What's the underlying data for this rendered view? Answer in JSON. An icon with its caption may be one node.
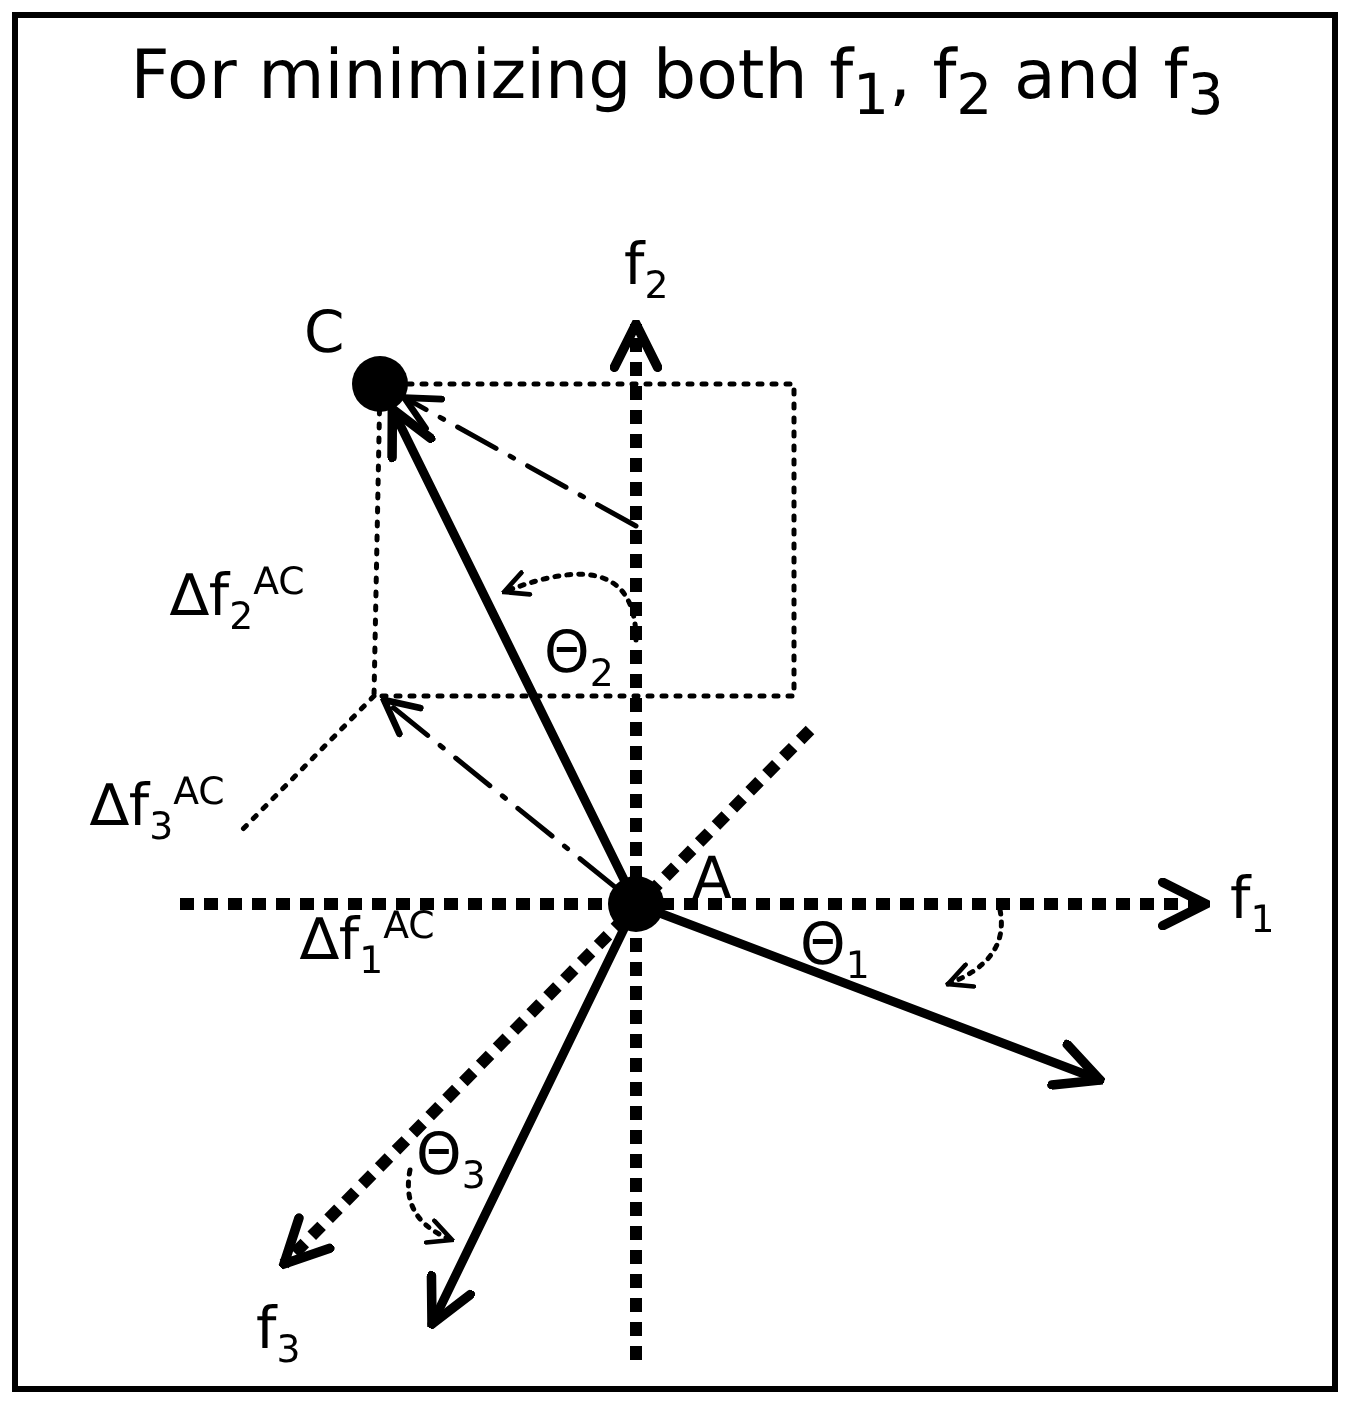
{
  "diagram": {
    "title": "For minimizing both f$_{1}$, f$_{2}$ and f$_{3}$",
    "nodes": [
      {
        "text": [
          "C"
        ]
      },
      {
        "text": [
          "A"
        ]
      }
    ],
    "edges": [
      {
        "from": 1,
        "to": 0,
        "arrow": "to"
      },
      {
        "from": null,
        "to": 0,
        "arrow": "to",
        "style": "dashed"
      },
      {
        "from": 1,
        "to": null,
        "arrow": "to",
        "style": "dashed"
      },
      {
        "from": 1,
        "to": null,
        "arrow": "to"
      },
      {
        "from": 1,
        "to": null,
        "arrow": "to"
      }
    ],
    "labels": [
      "f$_{2}$",
      "∆f$_{2}$$^{AC}$",
      "Θ$_{2}$",
      "∆f$_{3}$$^{AC}$",
      "f$_{1}$",
      "∆f$_{1}$$^{AC}$",
      "Θ$_{1}$",
      "Θ$_{3}$",
      "f$_{3}$"
    ]
  }
}
